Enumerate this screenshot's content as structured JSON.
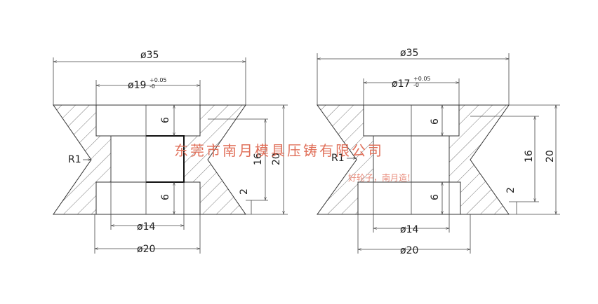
{
  "left_view": {
    "outer_dia": "ø35",
    "bore_dia": "ø19",
    "bore_tol_upper": "+0.05",
    "bore_tol_lower": "-0",
    "radius": "R1",
    "pocket_depth_top": "6",
    "pocket_depth_bottom": "6",
    "inner_height": "16",
    "total_height": "20",
    "chamfer": "2",
    "inner_dia": "ø14",
    "base_dia": "ø20"
  },
  "right_view": {
    "outer_dia": "ø35",
    "bore_dia": "ø17",
    "bore_tol_upper": "+0.05",
    "bore_tol_lower": "-0",
    "radius": "R1",
    "pocket_depth_top": "6",
    "pocket_depth_bottom": "6",
    "inner_height": "16",
    "total_height": "20",
    "chamfer": "2",
    "inner_dia": "ø14",
    "base_dia": "ø20"
  },
  "watermark": {
    "company": "东莞市南月模具压铸有限公司",
    "slogan": "好轮子，南月造!"
  },
  "colors": {
    "line": "#333333",
    "watermark": "#e0705a"
  }
}
